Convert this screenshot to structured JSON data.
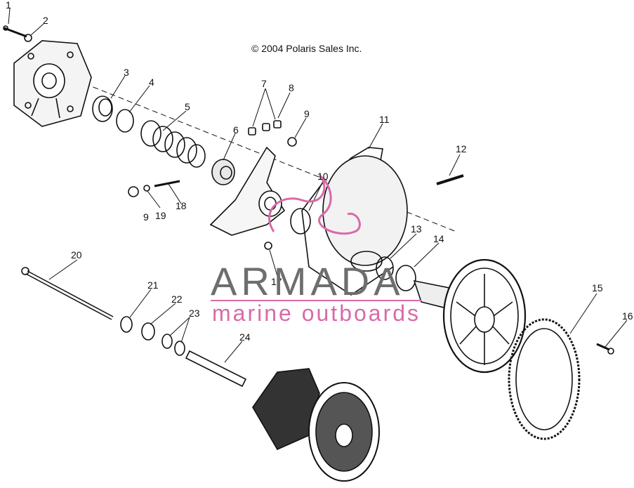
{
  "copyright": "© 2004 Polaris Sales Inc.",
  "watermark": {
    "brand": "ARMADA",
    "tagline": "marine outboards",
    "brand_color": "#6e6e6e",
    "accent_color": "#d86aa8"
  },
  "callouts": {
    "c1": "1",
    "c2": "2",
    "c3": "3",
    "c4": "4",
    "c5": "5",
    "c6": "6",
    "c7": "7",
    "c8": "8",
    "c9a": "9",
    "c9b": "9",
    "c10": "10",
    "c11": "11",
    "c12": "12",
    "c13": "13",
    "c14": "14",
    "c15": "15",
    "c16": "16",
    "c17": "17",
    "c18": "18",
    "c19": "19",
    "c20": "20",
    "c21": "21",
    "c22": "22",
    "c23": "23",
    "c24": "24"
  }
}
